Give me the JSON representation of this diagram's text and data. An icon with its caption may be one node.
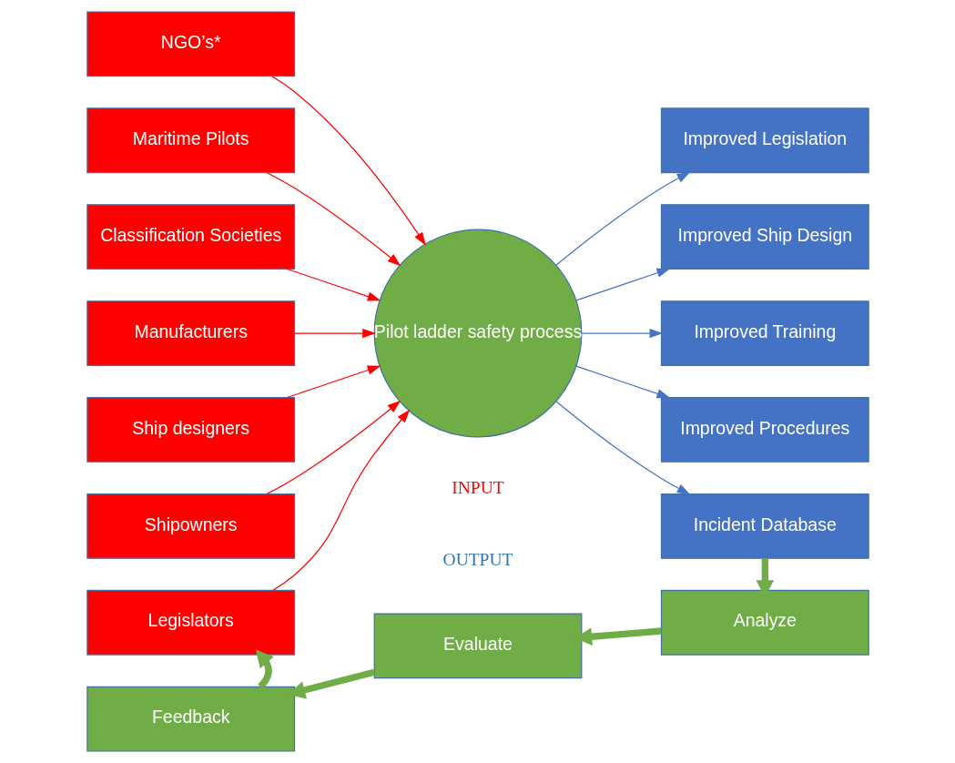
{
  "diagram": {
    "nodes": [
      {
        "text": [
          "NGO’s*"
        ]
      },
      {
        "text": [
          "Maritime Pilots"
        ]
      },
      {
        "text": [
          "Classification Societies"
        ]
      },
      {
        "text": [
          "Manufacturers"
        ]
      },
      {
        "text": [
          "Ship designers"
        ]
      },
      {
        "text": [
          "Shipowners"
        ]
      },
      {
        "text": [
          "Legislators"
        ]
      },
      {
        "text": [
          "Pilot ladder safety process"
        ]
      },
      {
        "text": [
          "Improved Legislation"
        ]
      },
      {
        "text": [
          "Improved Ship Design"
        ]
      },
      {
        "text": [
          "Improved Training"
        ]
      },
      {
        "text": [
          "Improved Procedures"
        ]
      },
      {
        "text": [
          "Incident Database"
        ]
      },
      {
        "text": [
          "Feedback"
        ]
      },
      {
        "text": [
          "Evaluate"
        ]
      },
      {
        "text": [
          "Analyze"
        ]
      }
    ],
    "edges": [
      {
        "from": 0,
        "to": 7,
        "arrow": "to"
      },
      {
        "from": 1,
        "to": 7,
        "arrow": "to"
      },
      {
        "from": 2,
        "to": 7,
        "arrow": "to"
      },
      {
        "from": 3,
        "to": 7,
        "arrow": "to"
      },
      {
        "from": 4,
        "to": 7,
        "arrow": "to"
      },
      {
        "from": 5,
        "to": 7,
        "arrow": "to"
      },
      {
        "from": 6,
        "to": 7,
        "arrow": "to"
      },
      {
        "from": 7,
        "to": 8,
        "arrow": "to",
        "color": "#4472c4"
      },
      {
        "from": 7,
        "to": 9,
        "arrow": "to",
        "color": "#4472c4"
      },
      {
        "from": 7,
        "to": 10,
        "arrow": "to",
        "color": "#4472c4"
      },
      {
        "from": 7,
        "to": 11,
        "arrow": "to",
        "color": "#4472c4"
      },
      {
        "from": 7,
        "to": 12,
        "arrow": "to",
        "color": "#4472c4"
      },
      {
        "from": 12,
        "to": 15,
        "arrow": "to",
        "style": "thick",
        "color": "#70ad47"
      },
      {
        "from": 15,
        "to": 14,
        "arrow": "to",
        "style": "thick",
        "color": "#70ad47"
      },
      {
        "from": 14,
        "to": 13,
        "arrow": "to",
        "style": "thick",
        "color": "#70ad47"
      },
      {
        "from": 13,
        "to": 6,
        "arrow": "to",
        "style": "thick",
        "color": "#70ad47"
      }
    ],
    "labels": [
      "INPUT",
      "OUTPUT"
    ]
  }
}
